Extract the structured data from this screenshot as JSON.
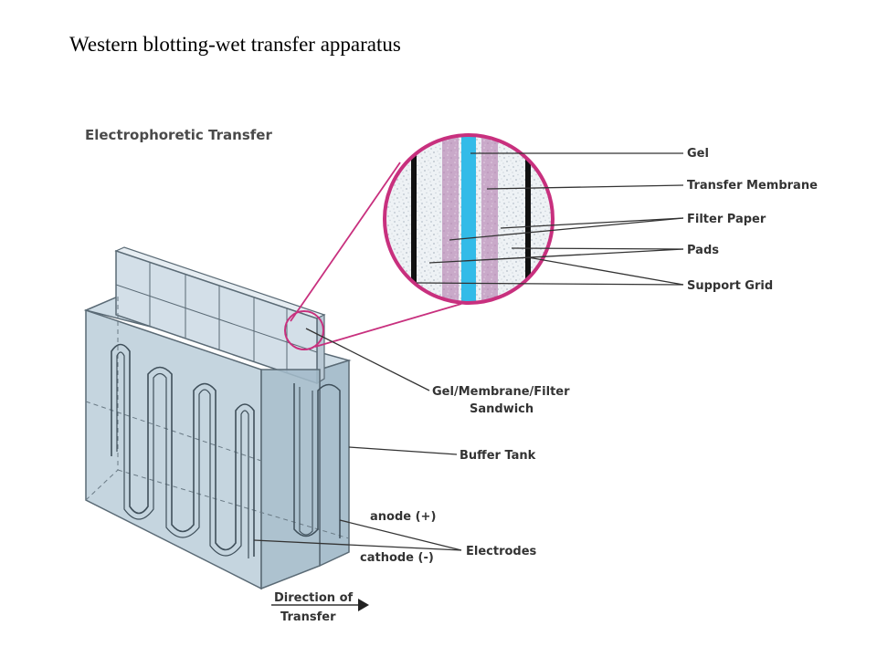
{
  "slide": {
    "title": "Western blotting-wet transfer apparatus"
  },
  "diagram": {
    "heading": "Electrophoretic Transfer",
    "labels": {
      "gel": "Gel",
      "transfer_membrane": "Transfer Membrane",
      "filter_paper": "Filter Paper",
      "pads": "Pads",
      "support_grid": "Support Grid",
      "sandwich_line1": "Gel/Membrane/Filter",
      "sandwich_line2": "Sandwich",
      "buffer_tank": "Buffer Tank",
      "anode": "anode (+)",
      "cathode": "cathode (-)",
      "electrodes": "Electrodes",
      "direction_line1": "Direction of",
      "direction_line2": "Transfer"
    },
    "colors": {
      "tank_fill": "#b8ccd8",
      "gel_blue": "#33bbe8",
      "membrane_purple": "#c8a8c8",
      "magnifier": "#c8307e",
      "label_text": "#333333"
    }
  }
}
